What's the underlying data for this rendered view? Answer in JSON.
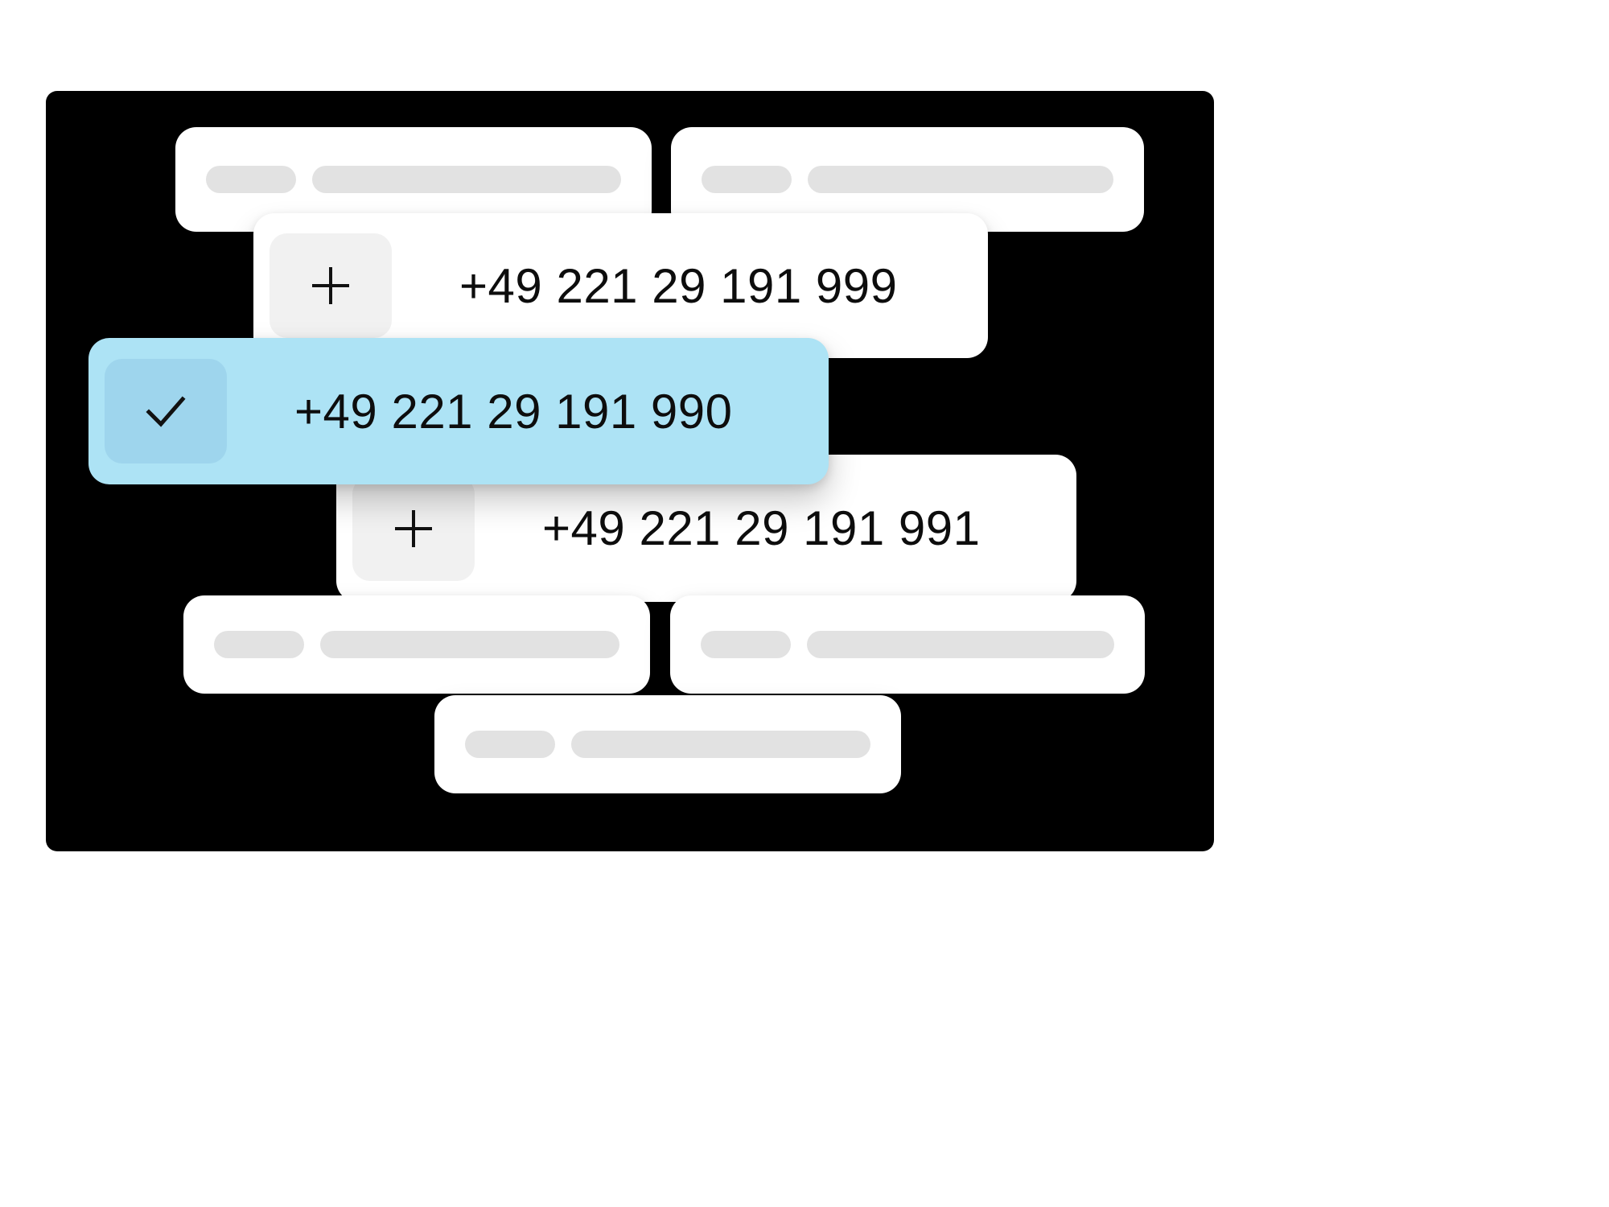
{
  "colors": {
    "page_background": "#ffffff",
    "panel_background": "#000000",
    "card_background": "#ffffff",
    "selected_row_background": "#ade3f5",
    "selected_icon_background": "#9ed5ed",
    "icon_box_background": "#f1f1f1",
    "skeleton_bar": "#e2e2e2",
    "text": "#0d0d0d"
  },
  "rows": [
    {
      "id": "skeleton-top-left",
      "type": "placeholder",
      "bars": 2
    },
    {
      "id": "skeleton-top-right",
      "type": "placeholder",
      "bars": 2
    },
    {
      "id": "phone-999",
      "type": "phone",
      "icon": "plus-icon",
      "number": "+49 221 29 191 999",
      "selected": false
    },
    {
      "id": "phone-990",
      "type": "phone",
      "icon": "check-icon",
      "number": "+49 221 29 191 990",
      "selected": true
    },
    {
      "id": "phone-991",
      "type": "phone",
      "icon": "plus-icon",
      "number": "+49 221 29 191 991",
      "selected": false
    },
    {
      "id": "skeleton-bottom-left",
      "type": "placeholder",
      "bars": 2
    },
    {
      "id": "skeleton-bottom-right",
      "type": "placeholder",
      "bars": 2
    },
    {
      "id": "skeleton-bottom-center",
      "type": "placeholder",
      "bars": 2
    }
  ]
}
